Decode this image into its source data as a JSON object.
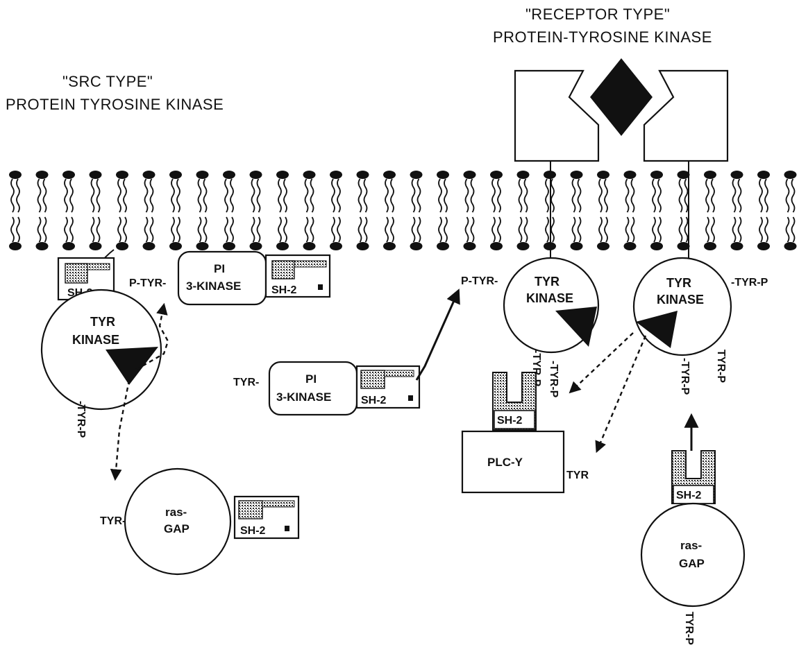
{
  "src_title": {
    "line1": "\"SRC TYPE\"",
    "line2": "PROTEIN TYROSINE KINASE"
  },
  "receptor_title": {
    "line1": "\"RECEPTOR TYPE\"",
    "line2": "PROTEIN-TYROSINE KINASE"
  },
  "labels": {
    "tyr_kinase_line1": "TYR",
    "tyr_kinase_line2": "KINASE",
    "sh2": "SH-2",
    "pi_line1": "PI",
    "pi_line2": "3-KINASE",
    "ras_line1": "ras-",
    "ras_line2": "GAP",
    "plc": "PLC-Y",
    "p_tyr": "P-TYR-",
    "tyr_dash": "TYR-",
    "tyr_p_dash": "-TYR-P",
    "tyr_p": "TYR-P",
    "tyr": "TYR"
  }
}
